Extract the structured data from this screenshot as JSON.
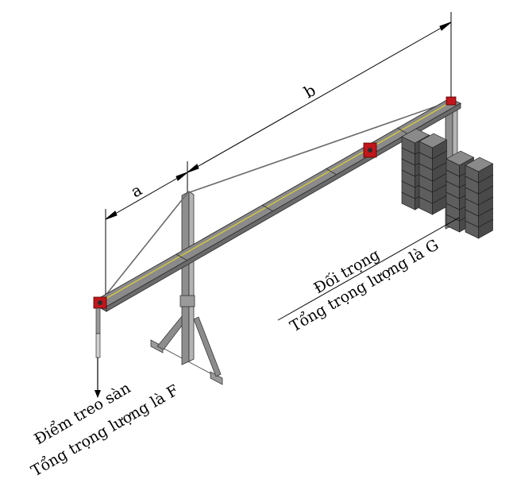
{
  "labels": {
    "dim_a": "a",
    "dim_b": "b",
    "counterweight_title": "Đối trọng",
    "counterweight_load": "Tổng trọng lượng là G",
    "suspension_title": "Điểm treo sàn",
    "suspension_load": "Tổng trọng lượng là F"
  },
  "colors": {
    "steel": "#8c8c8c",
    "steel_dark": "#555555",
    "steel_light": "#b9b9b9",
    "joint_red": "#c0161c",
    "beam_stripe": "#d9cc3a",
    "counterweight": "#5e5e5e",
    "counterweight_top": "#8a8a8a",
    "line": "#000000"
  }
}
